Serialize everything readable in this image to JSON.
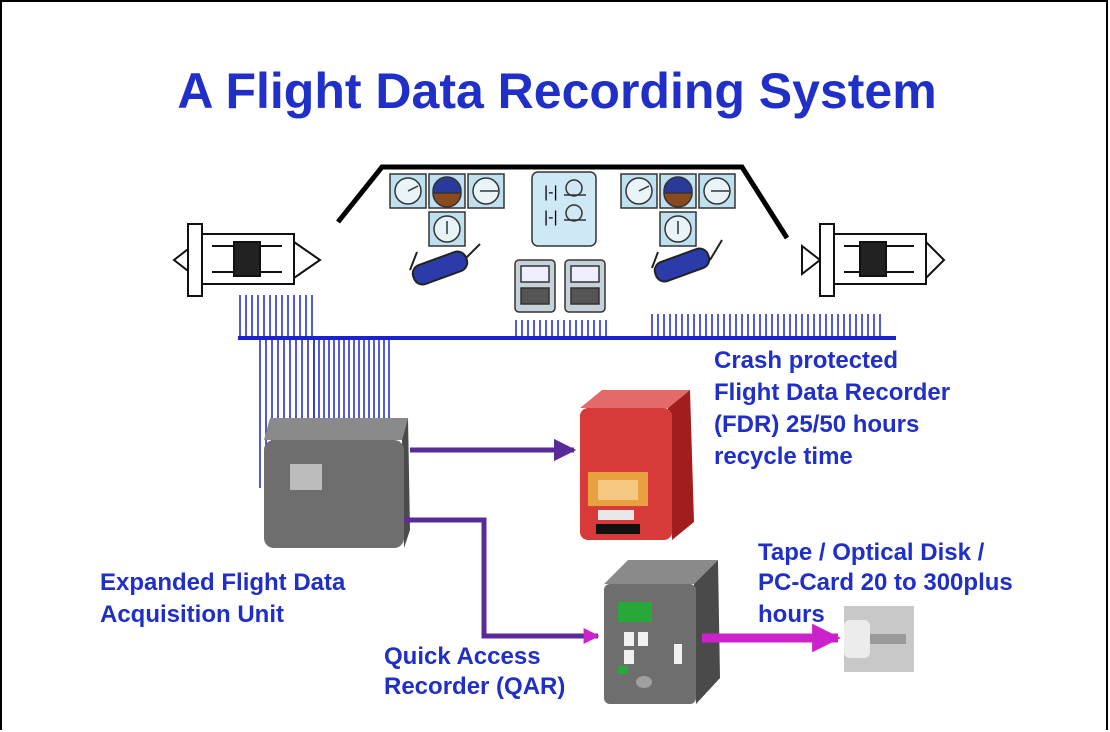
{
  "title": "A Flight Data Recording System",
  "labels": {
    "fdr": [
      "Crash protected",
      "Flight Data Recorder",
      "(FDR) 25/50 hours",
      "recycle time"
    ],
    "media": [
      "Tape / Optical Disk /",
      "PC-Card 20 to 300plus",
      "hours"
    ],
    "efdau": [
      "Expanded Flight Data",
      "Acquisition Unit"
    ],
    "qar": [
      "Quick Access",
      "Recorder (QAR)"
    ]
  },
  "colors": {
    "title": "#1f2fc8",
    "bus": "#1a22d0",
    "data_arrow": "#5a2a9a",
    "media_arrow": "#cc22cc",
    "fdr_body": "#d83a3a",
    "unit_gray": "#6e6e6e"
  },
  "icons": [
    "left-engine-icon",
    "right-engine-icon",
    "cockpit-icon",
    "instrument-gauge-icon",
    "control-stick-icon",
    "control-display-unit-icon",
    "acquisition-unit-icon",
    "flight-data-recorder-icon",
    "quick-access-recorder-icon",
    "storage-media-icon"
  ]
}
